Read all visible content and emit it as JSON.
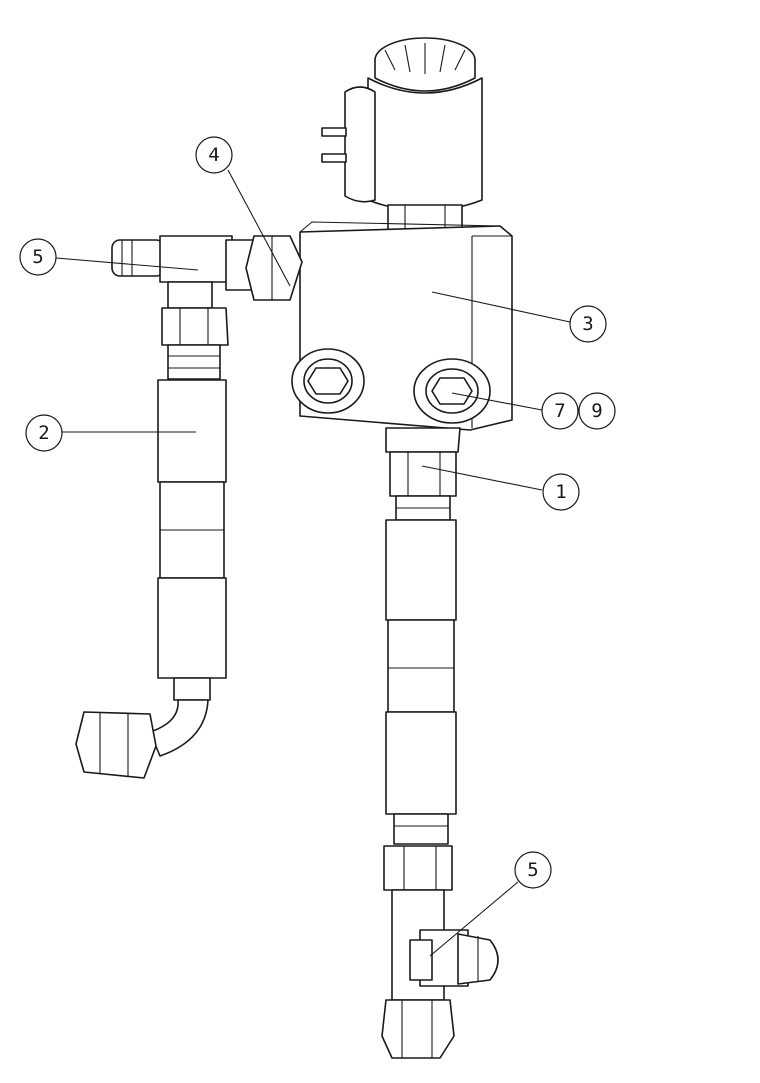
{
  "balloons": [
    {
      "id": "b5-top",
      "label": "5"
    },
    {
      "id": "b4",
      "label": "4"
    },
    {
      "id": "b3",
      "label": "3"
    },
    {
      "id": "b2",
      "label": "2"
    },
    {
      "id": "b7",
      "label": "7"
    },
    {
      "id": "b9",
      "label": "9"
    },
    {
      "id": "b1",
      "label": "1"
    },
    {
      "id": "b5-bottom",
      "label": "5"
    }
  ],
  "colors": {
    "line": "#1a1a1a",
    "background": "#ffffff"
  }
}
